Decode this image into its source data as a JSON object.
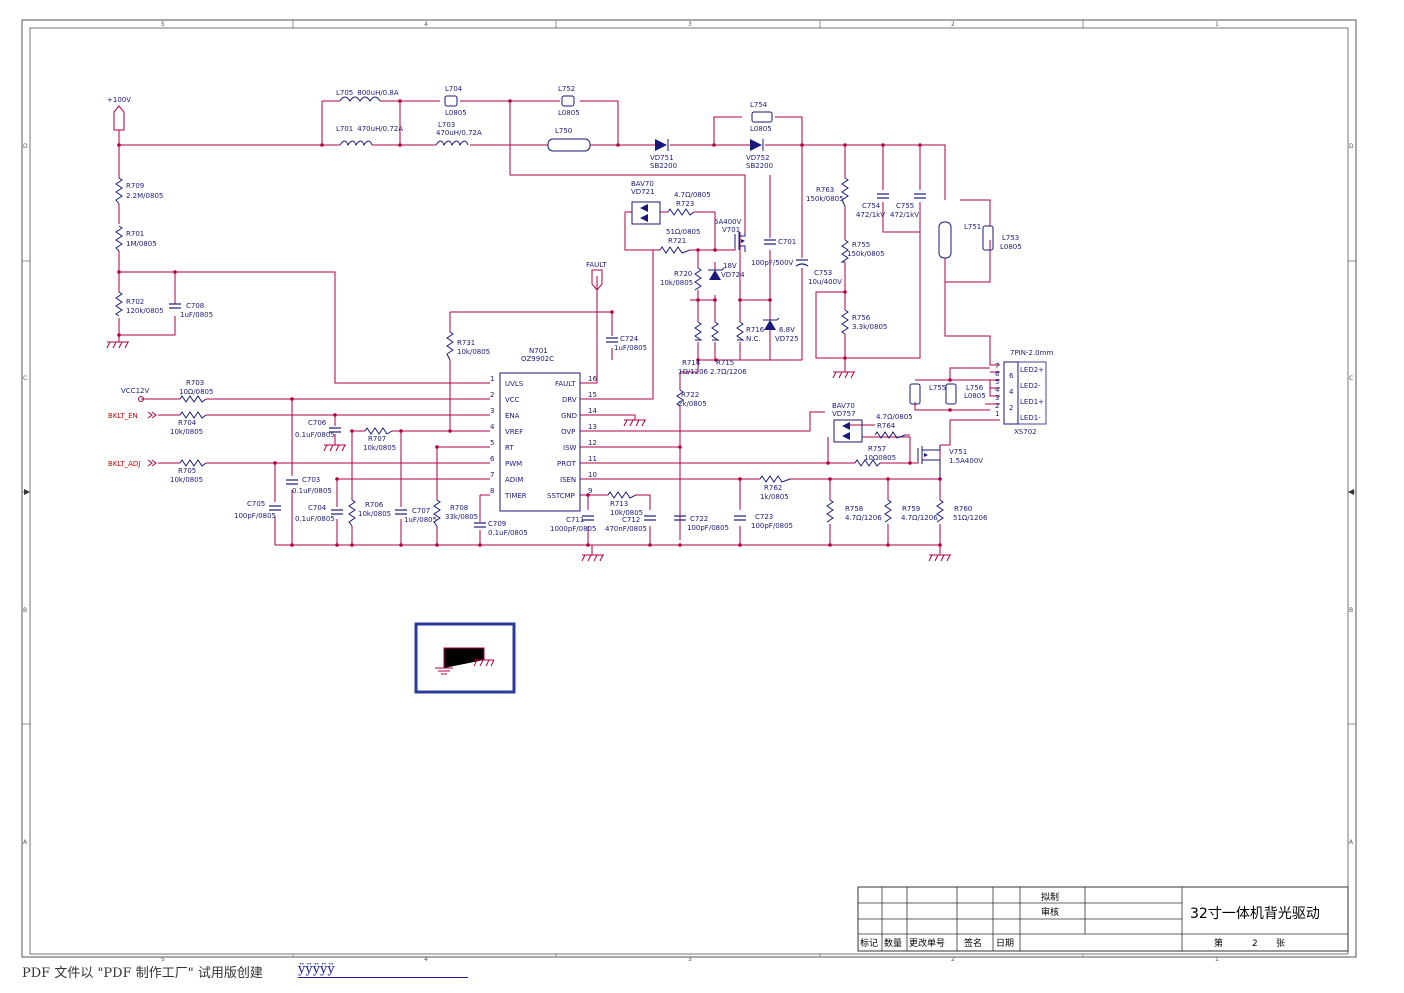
{
  "grid": {
    "cols_top": [
      "5",
      "4",
      "3",
      "2",
      "1"
    ],
    "cols_bottom": [
      "5",
      "4",
      "3",
      "2",
      "1"
    ],
    "rows_left": [
      "D",
      "C",
      "B",
      "A"
    ],
    "rows_right": [
      "D",
      "C",
      "B",
      "A"
    ]
  },
  "ports": {
    "v100": "+100V",
    "vcc12": "VCC12V",
    "bklt_en": "BKLT_EN",
    "bklt_adj": "BKLT_ADJ",
    "fault": "FAULT"
  },
  "ic": {
    "ref": "N701",
    "part": "OZ9902C",
    "left_pins": [
      {
        "num": "1",
        "name": "UVLS"
      },
      {
        "num": "2",
        "name": "VCC"
      },
      {
        "num": "3",
        "name": "ENA"
      },
      {
        "num": "4",
        "name": "VREF"
      },
      {
        "num": "5",
        "name": "RT"
      },
      {
        "num": "6",
        "name": "PWM"
      },
      {
        "num": "7",
        "name": "ADIM"
      },
      {
        "num": "8",
        "name": "TIMER"
      }
    ],
    "right_pins": [
      {
        "num": "16",
        "name": "FAULT"
      },
      {
        "num": "15",
        "name": "DRV"
      },
      {
        "num": "14",
        "name": "GND"
      },
      {
        "num": "13",
        "name": "OVP"
      },
      {
        "num": "12",
        "name": "ISW"
      },
      {
        "num": "11",
        "name": "PROT"
      },
      {
        "num": "10",
        "name": "ISEN"
      },
      {
        "num": "9",
        "name": "SSTCMP"
      }
    ]
  },
  "components": {
    "L705": [
      "L705",
      "800uH/0.8A"
    ],
    "L701": [
      "L701",
      "470uH/0.72A"
    ],
    "L703": [
      "L703",
      "470uH/0.72A"
    ],
    "L704": [
      "L704",
      "L0805"
    ],
    "L752": [
      "L752",
      "L0805"
    ],
    "L750": [
      "L750"
    ],
    "L754": [
      "L754",
      "L0805"
    ],
    "VD751": [
      "VD751",
      "SB2200"
    ],
    "VD752": [
      "VD752",
      "SB2200"
    ],
    "R709": [
      "R709",
      "2.2M/0805"
    ],
    "R701": [
      "R701",
      "1M/0805"
    ],
    "R702": [
      "R702",
      "120k/0805"
    ],
    "C708": [
      "C708",
      "1uF/0805"
    ],
    "VD721": [
      "BAV70",
      "VD721"
    ],
    "R723": [
      "4.7Ω/0805",
      "R723"
    ],
    "R721": [
      "51Ω/0805",
      "R721"
    ],
    "V701": [
      "5A400V",
      "V701"
    ],
    "C701": [
      "C701",
      "100pF/500V"
    ],
    "R720": [
      "R720",
      "10k/0805"
    ],
    "VD724": [
      "18V",
      "VD724"
    ],
    "R716": [
      "R716",
      "N.C."
    ],
    "VD725": [
      "6.8V",
      "VD725"
    ],
    "C753": [
      "C753",
      "10u/400V"
    ],
    "R763": [
      "R763",
      "150k/0805"
    ],
    "R755": [
      "R755",
      "150k/0805"
    ],
    "R756": [
      "R756",
      "3.3k/0805"
    ],
    "C754": [
      "C754",
      "472/1kV"
    ],
    "C755": [
      "C755",
      "472/1kV"
    ],
    "L751": [
      "L751"
    ],
    "L753": [
      "L753",
      "L0805"
    ],
    "R731": [
      "R731",
      "10k/0805"
    ],
    "C724": [
      "C724",
      "1uF/0805"
    ],
    "R714": [
      "R714",
      "1Ω/1206"
    ],
    "R715": [
      "R715",
      "2.7Ω/1206"
    ],
    "R722": [
      "R722",
      "2k/0805"
    ],
    "R703": [
      "R703",
      "10Ω/0805"
    ],
    "R704": [
      "R704",
      "10k/0805"
    ],
    "R705": [
      "R705",
      "10k/0805"
    ],
    "C706": [
      "C706",
      "0.1uF/0805"
    ],
    "R707": [
      "R707",
      "10k/0805"
    ],
    "C703": [
      "C703",
      "0.1uF/0805"
    ],
    "C705": [
      "C705",
      "100pF/0805"
    ],
    "C704": [
      "C704",
      "0.1uF/0805"
    ],
    "R706": [
      "R706",
      "10k/0805"
    ],
    "C707": [
      "C707",
      "1uF/0805"
    ],
    "R708": [
      "R708",
      "33k/0805"
    ],
    "C709": [
      "C709",
      "0.1uF/0805"
    ],
    "C711": [
      "C711",
      "1000pF/0805"
    ],
    "R713": [
      "R713",
      "10k/0805"
    ],
    "C712": [
      "C712",
      "470nF/0805"
    ],
    "C722": [
      "C722",
      "100pF/0805"
    ],
    "C723": [
      "C723",
      "100pF/0805"
    ],
    "R762": [
      "R762",
      "1k/0805"
    ],
    "R758": [
      "R758",
      "4.7Ω/1206"
    ],
    "R759": [
      "R759",
      "4.7Ω/1206"
    ],
    "R760": [
      "R760",
      "51Ω/1206"
    ],
    "VD757": [
      "BAV70",
      "VD757"
    ],
    "R764": [
      "4.7Ω/0805",
      "R764"
    ],
    "R757": [
      "R757",
      "10Ω0805"
    ],
    "V751": [
      "V751",
      "1.5A400V"
    ],
    "L755": [
      "L755"
    ],
    "L756": [
      "L756",
      "L0805"
    ]
  },
  "connector": {
    "title": "7PIN-2.0mm",
    "ref": "XS702",
    "left_pins": [
      "7",
      "6",
      "5",
      "4",
      "3",
      "2",
      "1"
    ],
    "inner_pins": [
      "6",
      "4",
      "2"
    ],
    "signals": [
      "LED2+",
      "LED2-",
      "LED1+",
      "LED1-"
    ]
  },
  "title_block": {
    "drawn": "拟制",
    "check": "审核",
    "title": "32寸一体机背光驱动",
    "h_mark": "标记",
    "h_qty": "数量",
    "h_change": "更改单号",
    "h_sign": "签名",
    "h_date": "日期",
    "sheet_prefix": "第",
    "sheet_num": "2",
    "sheet_suffix": "张"
  },
  "footer": {
    "text": "PDF 文件以 \"PDF 制作工厂\" 试用版创建",
    "link": "ÿÿÿÿÿ"
  },
  "colors": {
    "wire": "#b0004a",
    "component": "#1a1a7a",
    "net_label": "#cc0000",
    "highlight_box": "#2a3aa0"
  }
}
